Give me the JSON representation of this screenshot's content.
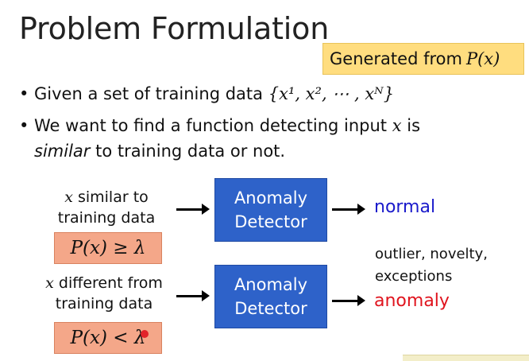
{
  "slide": {
    "title": "Problem Formulation",
    "callout": {
      "prefix": "Generated from",
      "math": "P(x)"
    },
    "bullets": {
      "b1_text": "Given a set of training data",
      "b1_math": "{x¹, x², ⋯ , xᴺ}",
      "b2_pre": "We want to find a function detecting input",
      "b2_math": "x",
      "b2_post": "is",
      "b2_em": "similar",
      "b2_rest": "to training data or not."
    },
    "cases": [
      {
        "cond_math": "x",
        "cond_line1": "similar to",
        "cond_line2": "training data",
        "inequality": "P(x) ≥ λ",
        "detector_line1": "Anomaly",
        "detector_line2": "Detector",
        "output": "normal"
      },
      {
        "cond_math": "x",
        "cond_line1": "different from",
        "cond_line2": "training data",
        "inequality": "P(x) < λ",
        "detector_line1": "Anomaly",
        "detector_line2": "Detector",
        "output": "anomaly"
      }
    ],
    "note_line1": "outlier, novelty,",
    "note_line2": "exceptions"
  },
  "colors": {
    "callout_bg": "#ffdd7f",
    "inequality_bg": "#f4a789",
    "detector_bg": "#2e62c9",
    "normal_text": "#1a1acb",
    "anomaly_text": "#e0141e"
  }
}
